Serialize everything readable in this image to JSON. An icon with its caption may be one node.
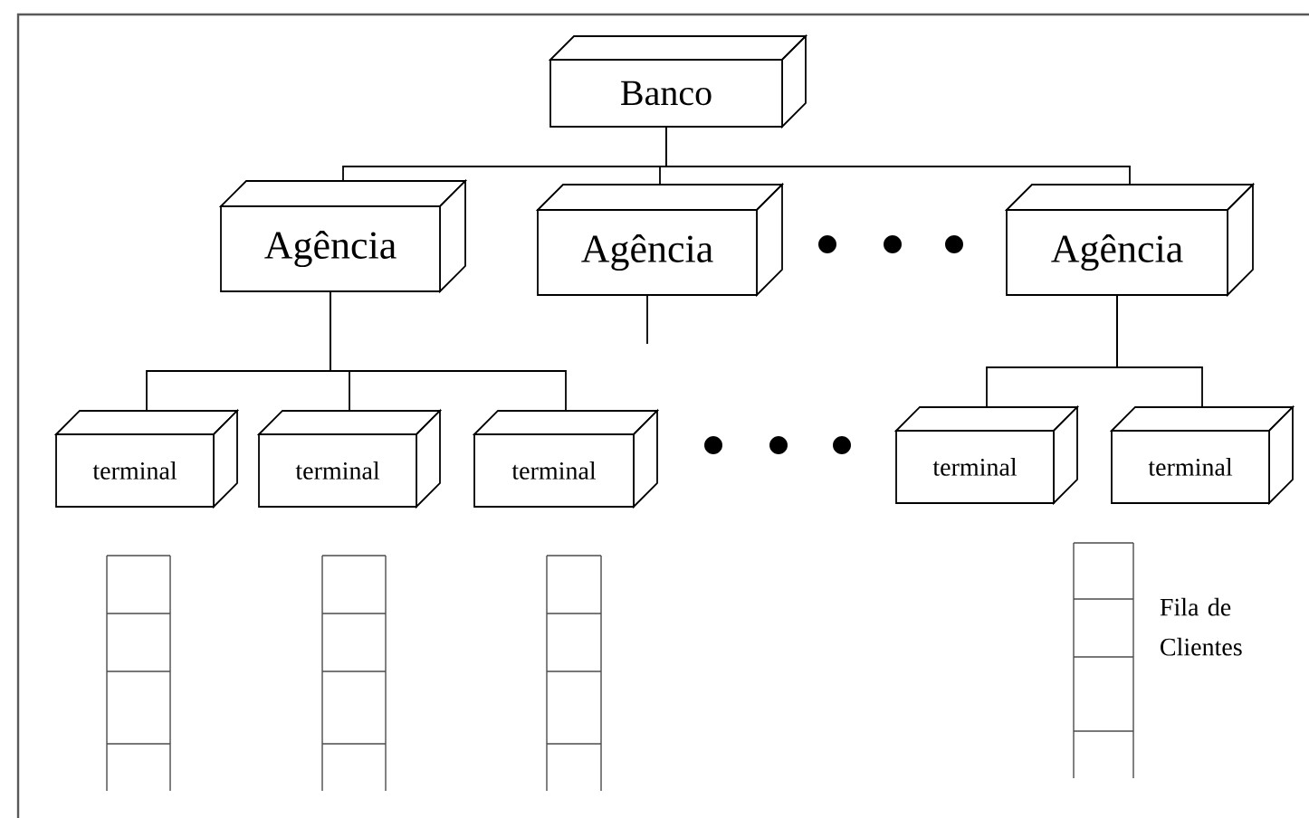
{
  "diagram": {
    "nodes": [
      {
        "text": [
          "Banco"
        ]
      },
      {
        "text": [
          "Agência"
        ]
      },
      {
        "text": [
          "Agência"
        ]
      },
      {
        "text": [
          "Agência"
        ]
      },
      {
        "text": [
          "terminal"
        ]
      },
      {
        "text": [
          "terminal"
        ]
      },
      {
        "text": [
          "terminal"
        ]
      },
      {
        "text": [
          "terminal"
        ]
      },
      {
        "text": [
          "terminal"
        ]
      }
    ],
    "edges": [
      {
        "from": 0,
        "to": 1,
        "arrow": "none"
      },
      {
        "from": 0,
        "to": 2,
        "arrow": "none"
      },
      {
        "from": 0,
        "to": 3,
        "arrow": "none"
      },
      {
        "from": 2,
        "to": null,
        "arrow": "none"
      },
      {
        "from": 1,
        "to": 4,
        "arrow": "none"
      },
      {
        "from": 1,
        "to": 5,
        "arrow": "none"
      },
      {
        "from": 1,
        "to": 6,
        "arrow": "none"
      },
      {
        "from": 3,
        "to": 7,
        "arrow": "none"
      },
      {
        "from": 3,
        "to": 8,
        "arrow": "none"
      }
    ],
    "labels": [
      "Fila de Clientes"
    ]
  }
}
